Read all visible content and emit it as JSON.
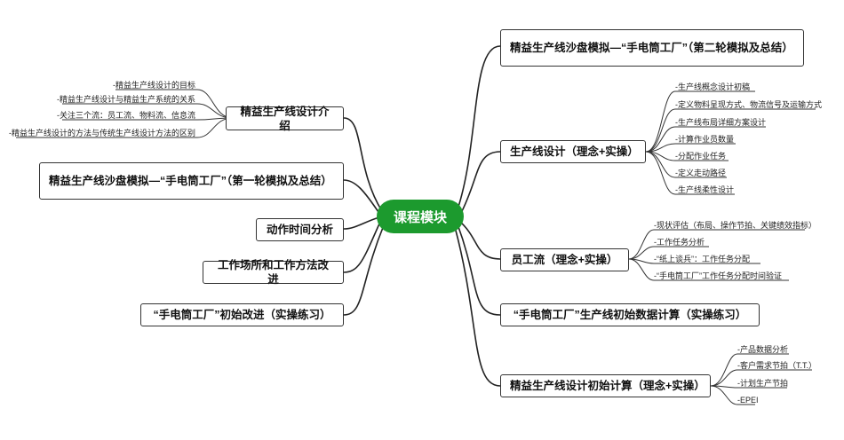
{
  "root": {
    "label": "课程模块"
  },
  "left": [
    {
      "label": "精益生产线设计介绍",
      "children": [
        "-精益生产线设计的目标",
        "-精益生产线设计与精益生产系统的关系",
        "-关注三个流：员工流、物料流、信息流",
        "-精益生产线设计的方法与传统生产线设计方法的区别"
      ]
    },
    {
      "label": "精益生产线沙盘模拟—“手电筒工厂”（第一轮模拟及总结）",
      "children": []
    },
    {
      "label": "动作时间分析",
      "children": []
    },
    {
      "label": "工作场所和工作方法改进",
      "children": []
    },
    {
      "label": "“手电筒工厂”初始改进（实操练习）",
      "children": []
    }
  ],
  "right": [
    {
      "label": "精益生产线沙盘模拟—“手电筒工厂”（第二轮模拟及总结）",
      "children": []
    },
    {
      "label": "生产线设计（理念+实操）",
      "children": [
        "-生产线概念设计初稿",
        "-定义物料呈现方式、物流信号及运输方式",
        "-生产线布局详细方案设计",
        "-计算作业员数量",
        "-分配作业任务",
        "-定义走动路径",
        "-生产线柔性设计"
      ]
    },
    {
      "label": "员工流（理念+实操）",
      "children": [
        "-现状评估（布局、操作节拍、关键绩效指标）",
        "-工作任务分析",
        "-“纸上谈兵”：工作任务分配",
        "-“手电筒工厂”工作任务分配时间验证"
      ]
    },
    {
      "label": "“手电筒工厂”生产线初始数据计算（实操练习）",
      "children": []
    },
    {
      "label": "精益生产线设计初始计算（理念+实操）",
      "children": [
        "-产品数据分析",
        "-客户需求节拍（T.T.）",
        "-计划生产节拍",
        "-EPEI"
      ]
    }
  ]
}
